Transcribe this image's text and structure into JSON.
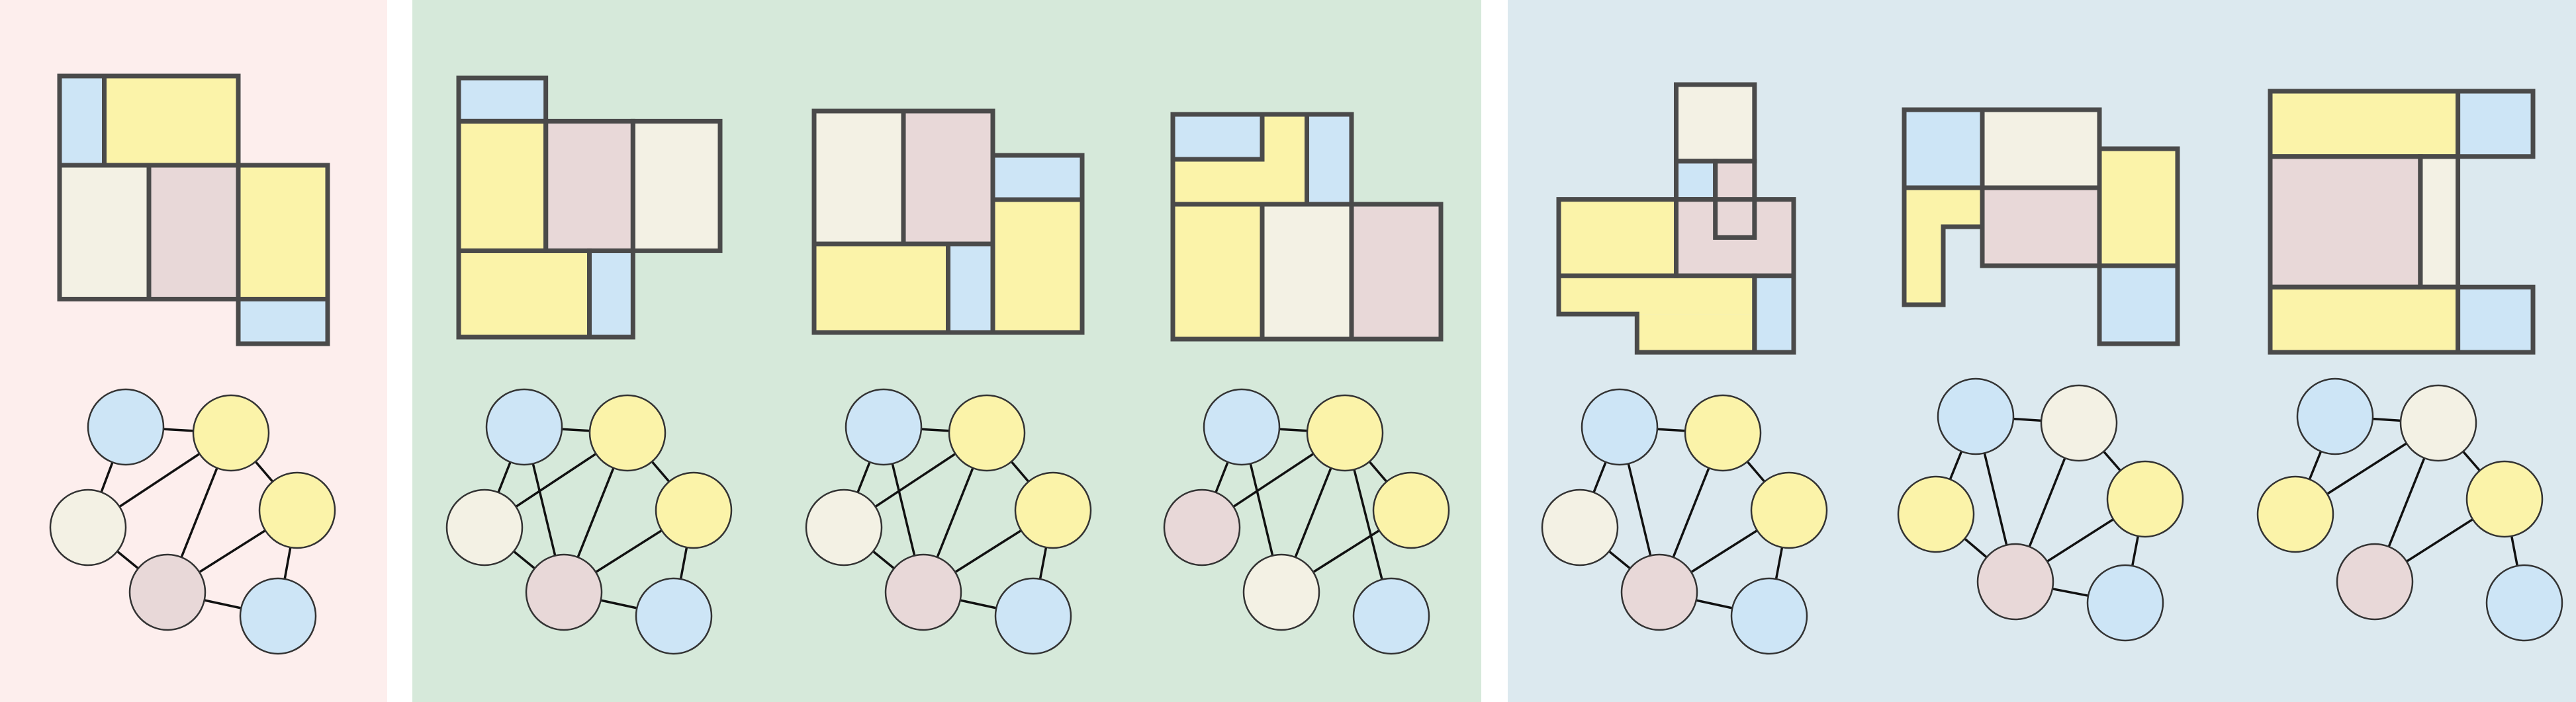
{
  "colors": {
    "blue": "#cde5f6",
    "yellow": "#fbf3a9",
    "cream": "#f3f1e4",
    "pink": "#e8d8d8",
    "line": "#4a4a4a",
    "edge": "#111111",
    "panel_a": "#fdeeed",
    "panel_b": "#d6e9da",
    "panel_c": "#dce9ef"
  },
  "panels": [
    {
      "name": "panel-a",
      "color": "panel_a"
    },
    {
      "name": "panel-b",
      "color": "panel_b"
    },
    {
      "name": "panel-c",
      "color": "panel_c"
    }
  ],
  "diagrams": [
    {
      "name": "diagram-1",
      "rooms": [
        {
          "color": "blue",
          "cells": [
            [
              0,
              0,
              1,
              2
            ]
          ]
        },
        {
          "color": "yellow",
          "cells": [
            [
              1,
              0,
              4,
              2
            ]
          ]
        },
        {
          "color": "cream",
          "cells": [
            [
              0,
              2,
              2,
              5
            ]
          ]
        },
        {
          "color": "pink",
          "cells": [
            [
              2,
              2,
              4,
              5
            ]
          ]
        },
        {
          "color": "yellow",
          "cells": [
            [
              4,
              2,
              6,
              5
            ]
          ]
        },
        {
          "color": "blue",
          "cells": [
            [
              4,
              5,
              6,
              6
            ]
          ]
        }
      ],
      "nodes": [
        {
          "color": "blue"
        },
        {
          "color": "yellow"
        },
        {
          "color": "yellow"
        },
        {
          "color": "cream"
        },
        {
          "color": "pink"
        },
        {
          "color": "blue"
        }
      ],
      "edges": [
        [
          0,
          1
        ],
        [
          1,
          2
        ],
        [
          0,
          3
        ],
        [
          3,
          1
        ],
        [
          1,
          4
        ],
        [
          2,
          4
        ],
        [
          3,
          4
        ],
        [
          4,
          5
        ],
        [
          2,
          5
        ]
      ]
    },
    {
      "name": "diagram-2",
      "rooms": [
        {
          "color": "blue",
          "cells": [
            [
              0,
              0,
              2,
              1
            ]
          ]
        },
        {
          "color": "yellow",
          "cells": [
            [
              0,
              1,
              2,
              4
            ]
          ]
        },
        {
          "color": "pink",
          "cells": [
            [
              2,
              1,
              4,
              4
            ]
          ]
        },
        {
          "color": "cream",
          "cells": [
            [
              4,
              1,
              6,
              4
            ]
          ]
        },
        {
          "color": "yellow",
          "cells": [
            [
              0,
              4,
              3,
              6
            ]
          ]
        },
        {
          "color": "blue",
          "cells": [
            [
              3,
              4,
              4,
              6
            ]
          ]
        }
      ],
      "nodes": [
        {
          "color": "blue"
        },
        {
          "color": "yellow"
        },
        {
          "color": "yellow"
        },
        {
          "color": "cream"
        },
        {
          "color": "pink"
        },
        {
          "color": "blue"
        }
      ],
      "edges": [
        [
          0,
          1
        ],
        [
          1,
          2
        ],
        [
          0,
          3
        ],
        [
          3,
          1
        ],
        [
          0,
          4
        ],
        [
          1,
          4
        ],
        [
          3,
          4
        ],
        [
          2,
          4
        ],
        [
          4,
          5
        ],
        [
          2,
          5
        ]
      ]
    },
    {
      "name": "diagram-3",
      "rooms": [
        {
          "color": "cream",
          "cells": [
            [
              0,
              0,
              2,
              3
            ]
          ]
        },
        {
          "color": "pink",
          "cells": [
            [
              2,
              0,
              4,
              3
            ]
          ]
        },
        {
          "color": "blue",
          "cells": [
            [
              4,
              1,
              6,
              2
            ]
          ]
        },
        {
          "color": "yellow",
          "cells": [
            [
              0,
              3,
              3,
              5
            ]
          ]
        },
        {
          "color": "blue",
          "cells": [
            [
              3,
              3,
              4,
              5
            ]
          ]
        },
        {
          "color": "yellow",
          "cells": [
            [
              4,
              2,
              6,
              5
            ]
          ]
        }
      ],
      "nodes": [
        {
          "color": "blue"
        },
        {
          "color": "yellow"
        },
        {
          "color": "yellow"
        },
        {
          "color": "cream"
        },
        {
          "color": "pink"
        },
        {
          "color": "blue"
        }
      ],
      "edges": [
        [
          0,
          1
        ],
        [
          1,
          2
        ],
        [
          0,
          3
        ],
        [
          3,
          1
        ],
        [
          0,
          4
        ],
        [
          1,
          4
        ],
        [
          3,
          4
        ],
        [
          2,
          4
        ],
        [
          4,
          5
        ],
        [
          2,
          5
        ]
      ]
    },
    {
      "name": "diagram-4",
      "rooms": [
        {
          "color": "blue",
          "cells": [
            [
              0,
              0,
              2,
              1
            ]
          ]
        },
        {
          "color": "yellow",
          "cells": [
            [
              2,
              0,
              3,
              1
            ],
            [
              0,
              1,
              3,
              2
            ]
          ]
        },
        {
          "color": "blue",
          "cells": [
            [
              3,
              0,
              4,
              2
            ]
          ]
        },
        {
          "color": "yellow",
          "cells": [
            [
              0,
              2,
              2,
              5
            ]
          ]
        },
        {
          "color": "cream",
          "cells": [
            [
              2,
              2,
              4,
              5
            ]
          ]
        },
        {
          "color": "pink",
          "cells": [
            [
              4,
              2,
              6,
              5
            ]
          ]
        }
      ],
      "nodes": [
        {
          "color": "blue"
        },
        {
          "color": "yellow"
        },
        {
          "color": "yellow"
        },
        {
          "color": "pink"
        },
        {
          "color": "cream"
        },
        {
          "color": "blue"
        }
      ],
      "edges": [
        [
          0,
          1
        ],
        [
          1,
          2
        ],
        [
          0,
          3
        ],
        [
          3,
          1
        ],
        [
          0,
          4
        ],
        [
          1,
          4
        ],
        [
          2,
          4
        ],
        [
          1,
          5
        ]
      ]
    },
    {
      "name": "diagram-5",
      "rooms": [
        {
          "color": "cream",
          "cells": [
            [
              3,
              0,
              5,
              2
            ]
          ]
        },
        {
          "color": "blue",
          "cells": [
            [
              3,
              2,
              4,
              3
            ]
          ]
        },
        {
          "color": "pink",
          "cells": [
            [
              4,
              2,
              5,
              4
            ],
            [
              3,
              3,
              6,
              5
            ]
          ]
        },
        {
          "color": "yellow",
          "cells": [
            [
              0,
              3,
              3,
              5
            ]
          ]
        },
        {
          "color": "yellow",
          "cells": [
            [
              0,
              5,
              5,
              6
            ],
            [
              2,
              6,
              5,
              7
            ]
          ]
        },
        {
          "color": "blue",
          "cells": [
            [
              5,
              5,
              6,
              7
            ]
          ]
        }
      ],
      "nodes": [
        {
          "color": "blue"
        },
        {
          "color": "yellow"
        },
        {
          "color": "yellow"
        },
        {
          "color": "cream"
        },
        {
          "color": "pink"
        },
        {
          "color": "blue"
        }
      ],
      "edges": [
        [
          0,
          1
        ],
        [
          1,
          2
        ],
        [
          0,
          3
        ],
        [
          0,
          4
        ],
        [
          1,
          4
        ],
        [
          3,
          4
        ],
        [
          2,
          4
        ],
        [
          4,
          5
        ],
        [
          2,
          5
        ]
      ]
    },
    {
      "name": "diagram-6",
      "rooms": [
        {
          "color": "blue",
          "cells": [
            [
              0,
              0,
              2,
              2
            ]
          ]
        },
        {
          "color": "cream",
          "cells": [
            [
              2,
              0,
              5,
              2
            ]
          ]
        },
        {
          "color": "yellow",
          "cells": [
            [
              0,
              2,
              2,
              3
            ],
            [
              0,
              3,
              1,
              5
            ]
          ]
        },
        {
          "color": "pink",
          "cells": [
            [
              2,
              2,
              5,
              4
            ]
          ]
        },
        {
          "color": "yellow",
          "cells": [
            [
              5,
              1,
              7,
              4
            ]
          ]
        },
        {
          "color": "blue",
          "cells": [
            [
              5,
              4,
              7,
              6
            ]
          ]
        }
      ],
      "nodes": [
        {
          "color": "blue"
        },
        {
          "color": "cream"
        },
        {
          "color": "yellow"
        },
        {
          "color": "yellow"
        },
        {
          "color": "pink"
        },
        {
          "color": "blue"
        }
      ],
      "edges": [
        [
          0,
          1
        ],
        [
          1,
          2
        ],
        [
          0,
          3
        ],
        [
          0,
          4
        ],
        [
          1,
          4
        ],
        [
          3,
          4
        ],
        [
          2,
          4
        ],
        [
          4,
          5
        ],
        [
          2,
          5
        ]
      ]
    },
    {
      "name": "diagram-7",
      "rooms": [
        {
          "color": "yellow",
          "cells": [
            [
              0,
              0,
              5,
              1
            ]
          ]
        },
        {
          "color": "blue",
          "cells": [
            [
              5,
              0,
              7,
              1
            ]
          ]
        },
        {
          "color": "pink",
          "cells": [
            [
              0,
              1,
              4,
              3
            ]
          ]
        },
        {
          "color": "cream",
          "cells": [
            [
              4,
              1,
              5,
              3
            ]
          ]
        },
        {
          "color": "yellow",
          "cells": [
            [
              0,
              3,
              5,
              4
            ]
          ]
        },
        {
          "color": "blue",
          "cells": [
            [
              5,
              3,
              7,
              4
            ]
          ]
        }
      ],
      "nodes": [
        {
          "color": "blue"
        },
        {
          "color": "cream"
        },
        {
          "color": "yellow"
        },
        {
          "color": "yellow"
        },
        {
          "color": "pink"
        },
        {
          "color": "blue"
        }
      ],
      "edges": [
        [
          0,
          1
        ],
        [
          1,
          2
        ],
        [
          0,
          3
        ],
        [
          3,
          1
        ],
        [
          1,
          4
        ],
        [
          2,
          4
        ],
        [
          2,
          5
        ]
      ]
    }
  ]
}
